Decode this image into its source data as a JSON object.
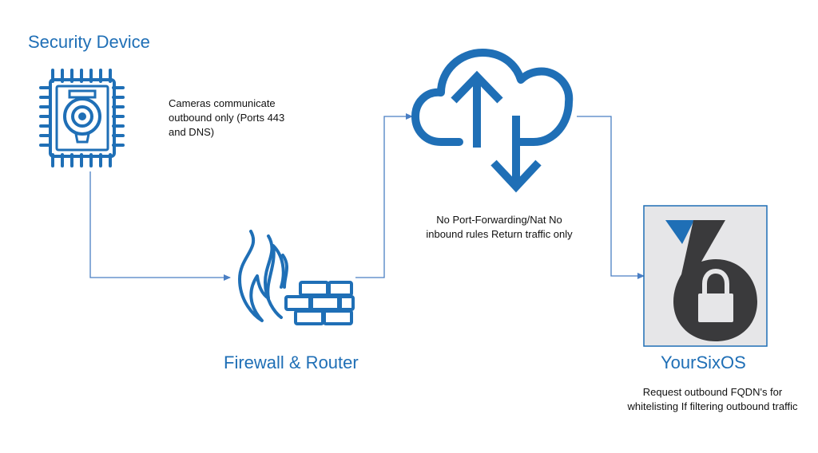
{
  "diagram": {
    "nodes": {
      "security_device": {
        "label": "Security Device",
        "icon": "camera-chip-icon"
      },
      "firewall_router": {
        "label": "Firewall & Router",
        "icon": "firewall-icon"
      },
      "cloud": {
        "icon": "cloud-upload-download-icon"
      },
      "yoursixos": {
        "label": "YourSixOS",
        "icon": "yoursix-logo-icon"
      }
    },
    "notes": {
      "cameras": "Cameras communicate outbound only (Ports 443 and DNS)",
      "no_port_forwarding": "No Port-Forwarding/Nat No inbound rules Return traffic only",
      "request_outbound": "Request outbound FQDN's for whitelisting If filtering outbound traffic"
    },
    "edges": [
      {
        "from": "security_device",
        "to": "firewall_router"
      },
      {
        "from": "firewall_router",
        "to": "cloud"
      },
      {
        "from": "cloud",
        "to": "yoursixos"
      }
    ],
    "colors": {
      "primary_blue": "#1f6fb6",
      "connector_blue": "#4a7fc4",
      "logo_dark": "#3a3a3c",
      "logo_panel": "#e6e6e8",
      "text": "#111111"
    }
  }
}
